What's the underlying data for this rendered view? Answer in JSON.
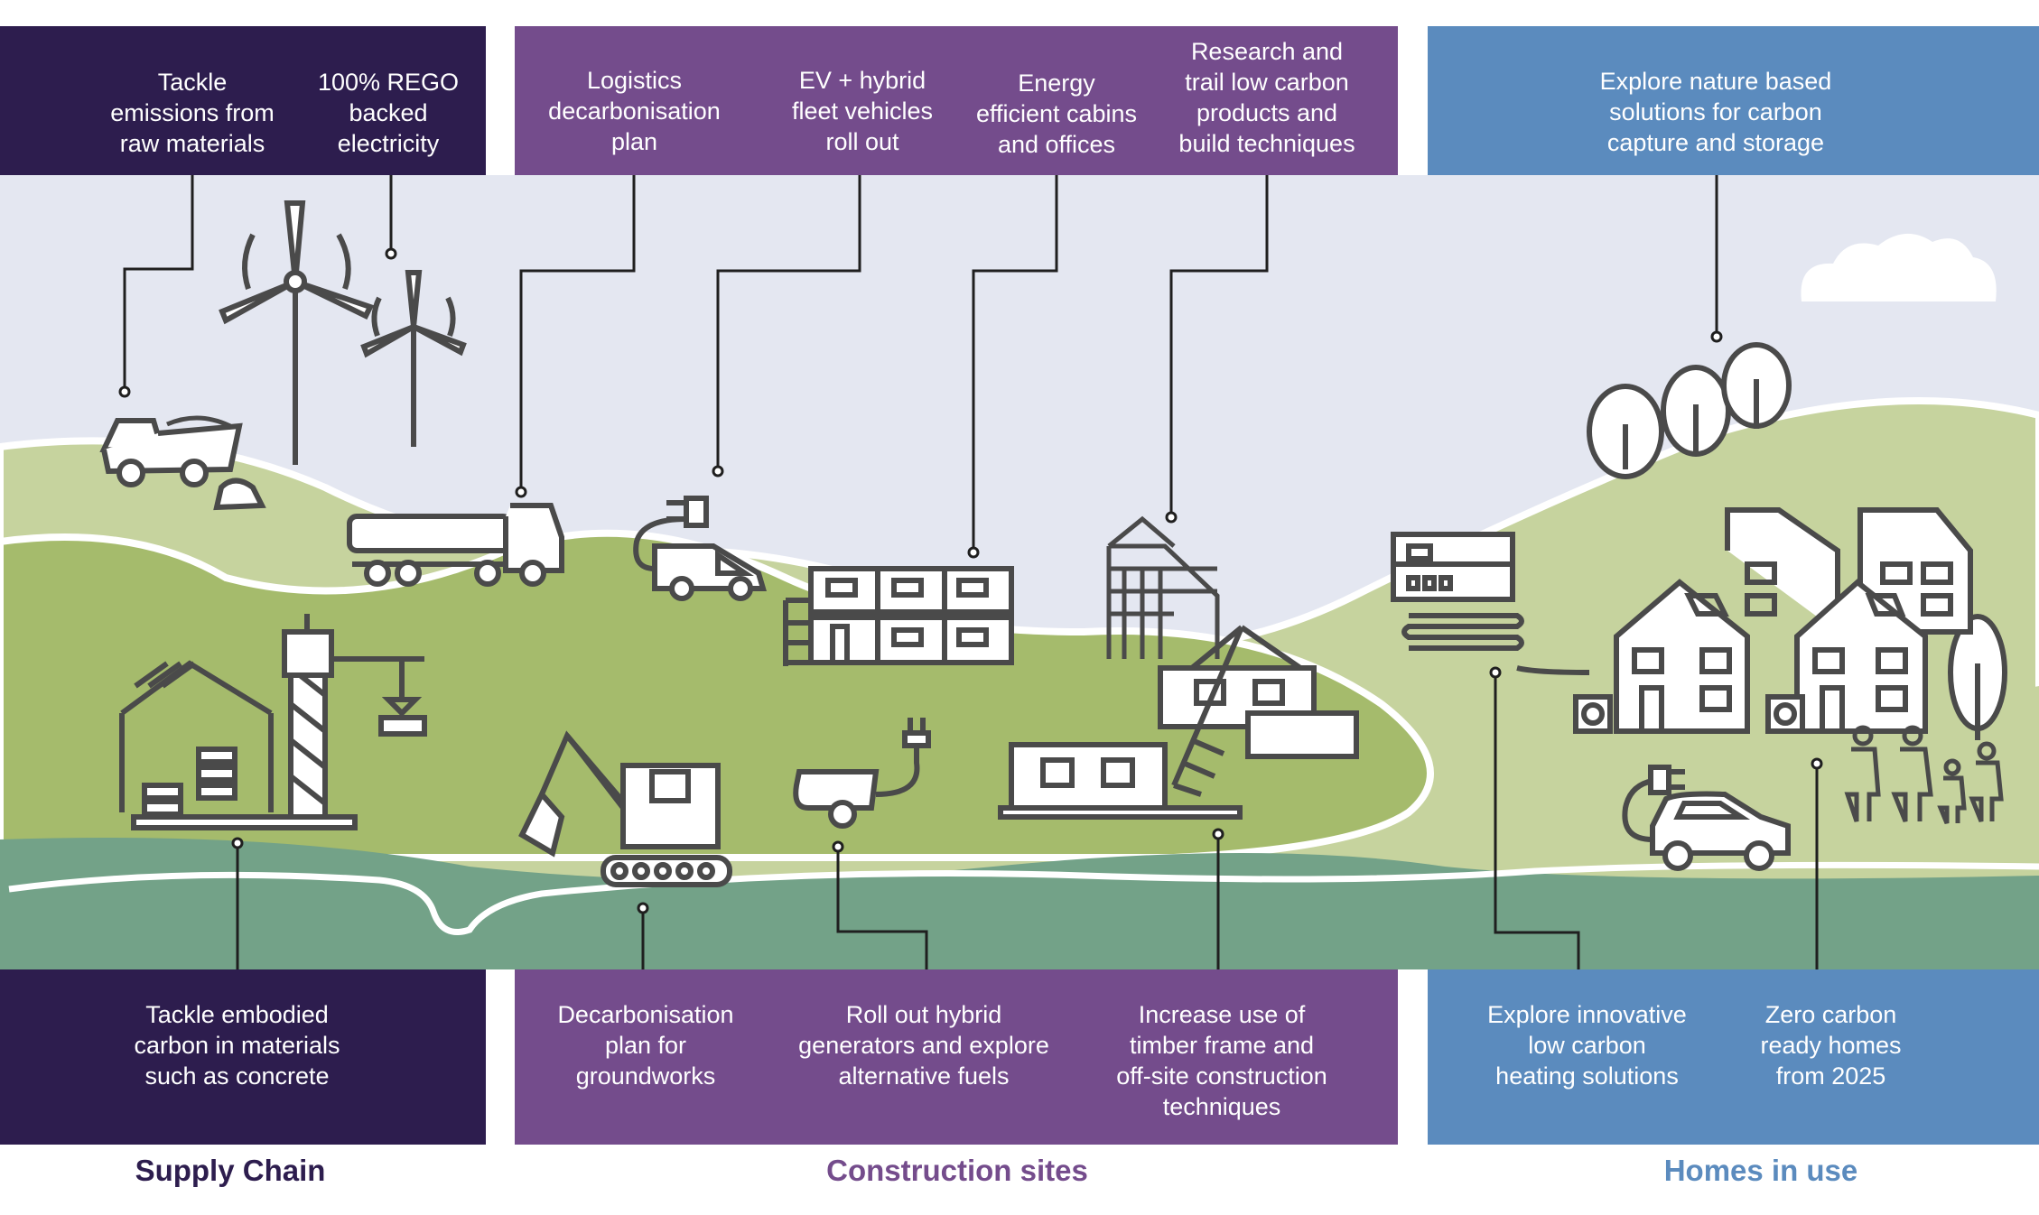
{
  "colors": {
    "supply_chain": "#2d1d4e",
    "construction": "#744c8c",
    "homes": "#5b8bbe",
    "sky": "#e4e7f1",
    "light_green": "#c6d39e",
    "mid_green": "#a5bb6c",
    "teal": "#73a288",
    "line": "#2d2d2d"
  },
  "sections": {
    "supply_chain": "Supply Chain",
    "construction": "Construction sites",
    "homes": "Homes in use"
  },
  "top_labels": {
    "tackle_emissions": "Tackle\nemissions from\nraw materials",
    "rego": "100% REGO\nbacked\nelectricity",
    "logistics": "Logistics\ndecarbonisation\nplan",
    "ev_fleet": "EV + hybrid\nfleet vehicles\nroll out",
    "energy_cabins": "Energy\nefficient cabins\nand offices",
    "research": "Research and\ntrail low carbon\nproducts and\nbuild techniques",
    "nature": "Explore nature based\nsolutions for carbon\ncapture and storage"
  },
  "bottom_labels": {
    "embodied": "Tackle embodied\ncarbon in materials\nsuch as concrete",
    "groundworks": "Decarbonisation\nplan for\ngroundworks",
    "generators": "Roll out hybrid\ngenerators and explore\nalternative fuels",
    "timber": "Increase use of\ntimber frame and\noff-site construction\ntechniques",
    "heating": "Explore innovative\nlow carbon\nheating solutions",
    "zero_carbon": "Zero carbon\nready homes\nfrom 2025"
  },
  "icons": [
    "dump-truck-icon",
    "wind-turbine-icon",
    "lorry-icon",
    "ev-van-icon",
    "site-cabins-icon",
    "timber-frame-icon",
    "crane-icon",
    "excavator-icon",
    "generator-icon",
    "modular-building-icon",
    "heat-pump-icon",
    "trees-icon",
    "houses-icon",
    "ev-car-icon",
    "family-icon",
    "cloud-icon"
  ]
}
